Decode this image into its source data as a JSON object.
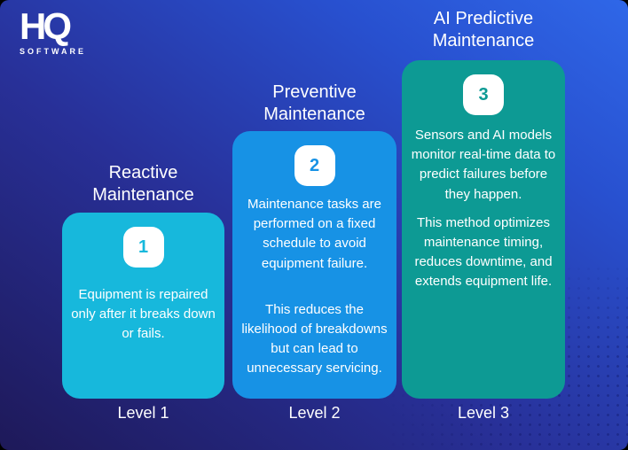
{
  "logo": {
    "text": "HQ",
    "subtext": "SOFTWARE"
  },
  "colors": {
    "background_bottom_left": "#1e1959",
    "background_top_right": "#2f67e8",
    "card_reactive": "#17b8dc",
    "card_preventive": "#1792e5",
    "card_predictive": "#0d9a94",
    "text": "#ffffff"
  },
  "columns": [
    {
      "title": "Reactive Maintenance",
      "number": "1",
      "paragraphs": [
        "Equipment is repaired only after it breaks down or fails."
      ],
      "level": "Level 1"
    },
    {
      "title": "Preventive Maintenance",
      "number": "2",
      "paragraphs": [
        "Maintenance tasks are performed on a fixed schedule to avoid equipment failure.",
        "This reduces the likelihood of breakdowns but can lead to unnecessary servicing."
      ],
      "level": "Level 2"
    },
    {
      "title": "AI Predictive Maintenance",
      "number": "3",
      "paragraphs": [
        "Sensors and AI models monitor real-time data to predict failures before they happen.",
        "This method optimizes maintenance timing, reduces downtime, and extends equipment life."
      ],
      "level": "Level 3"
    }
  ]
}
